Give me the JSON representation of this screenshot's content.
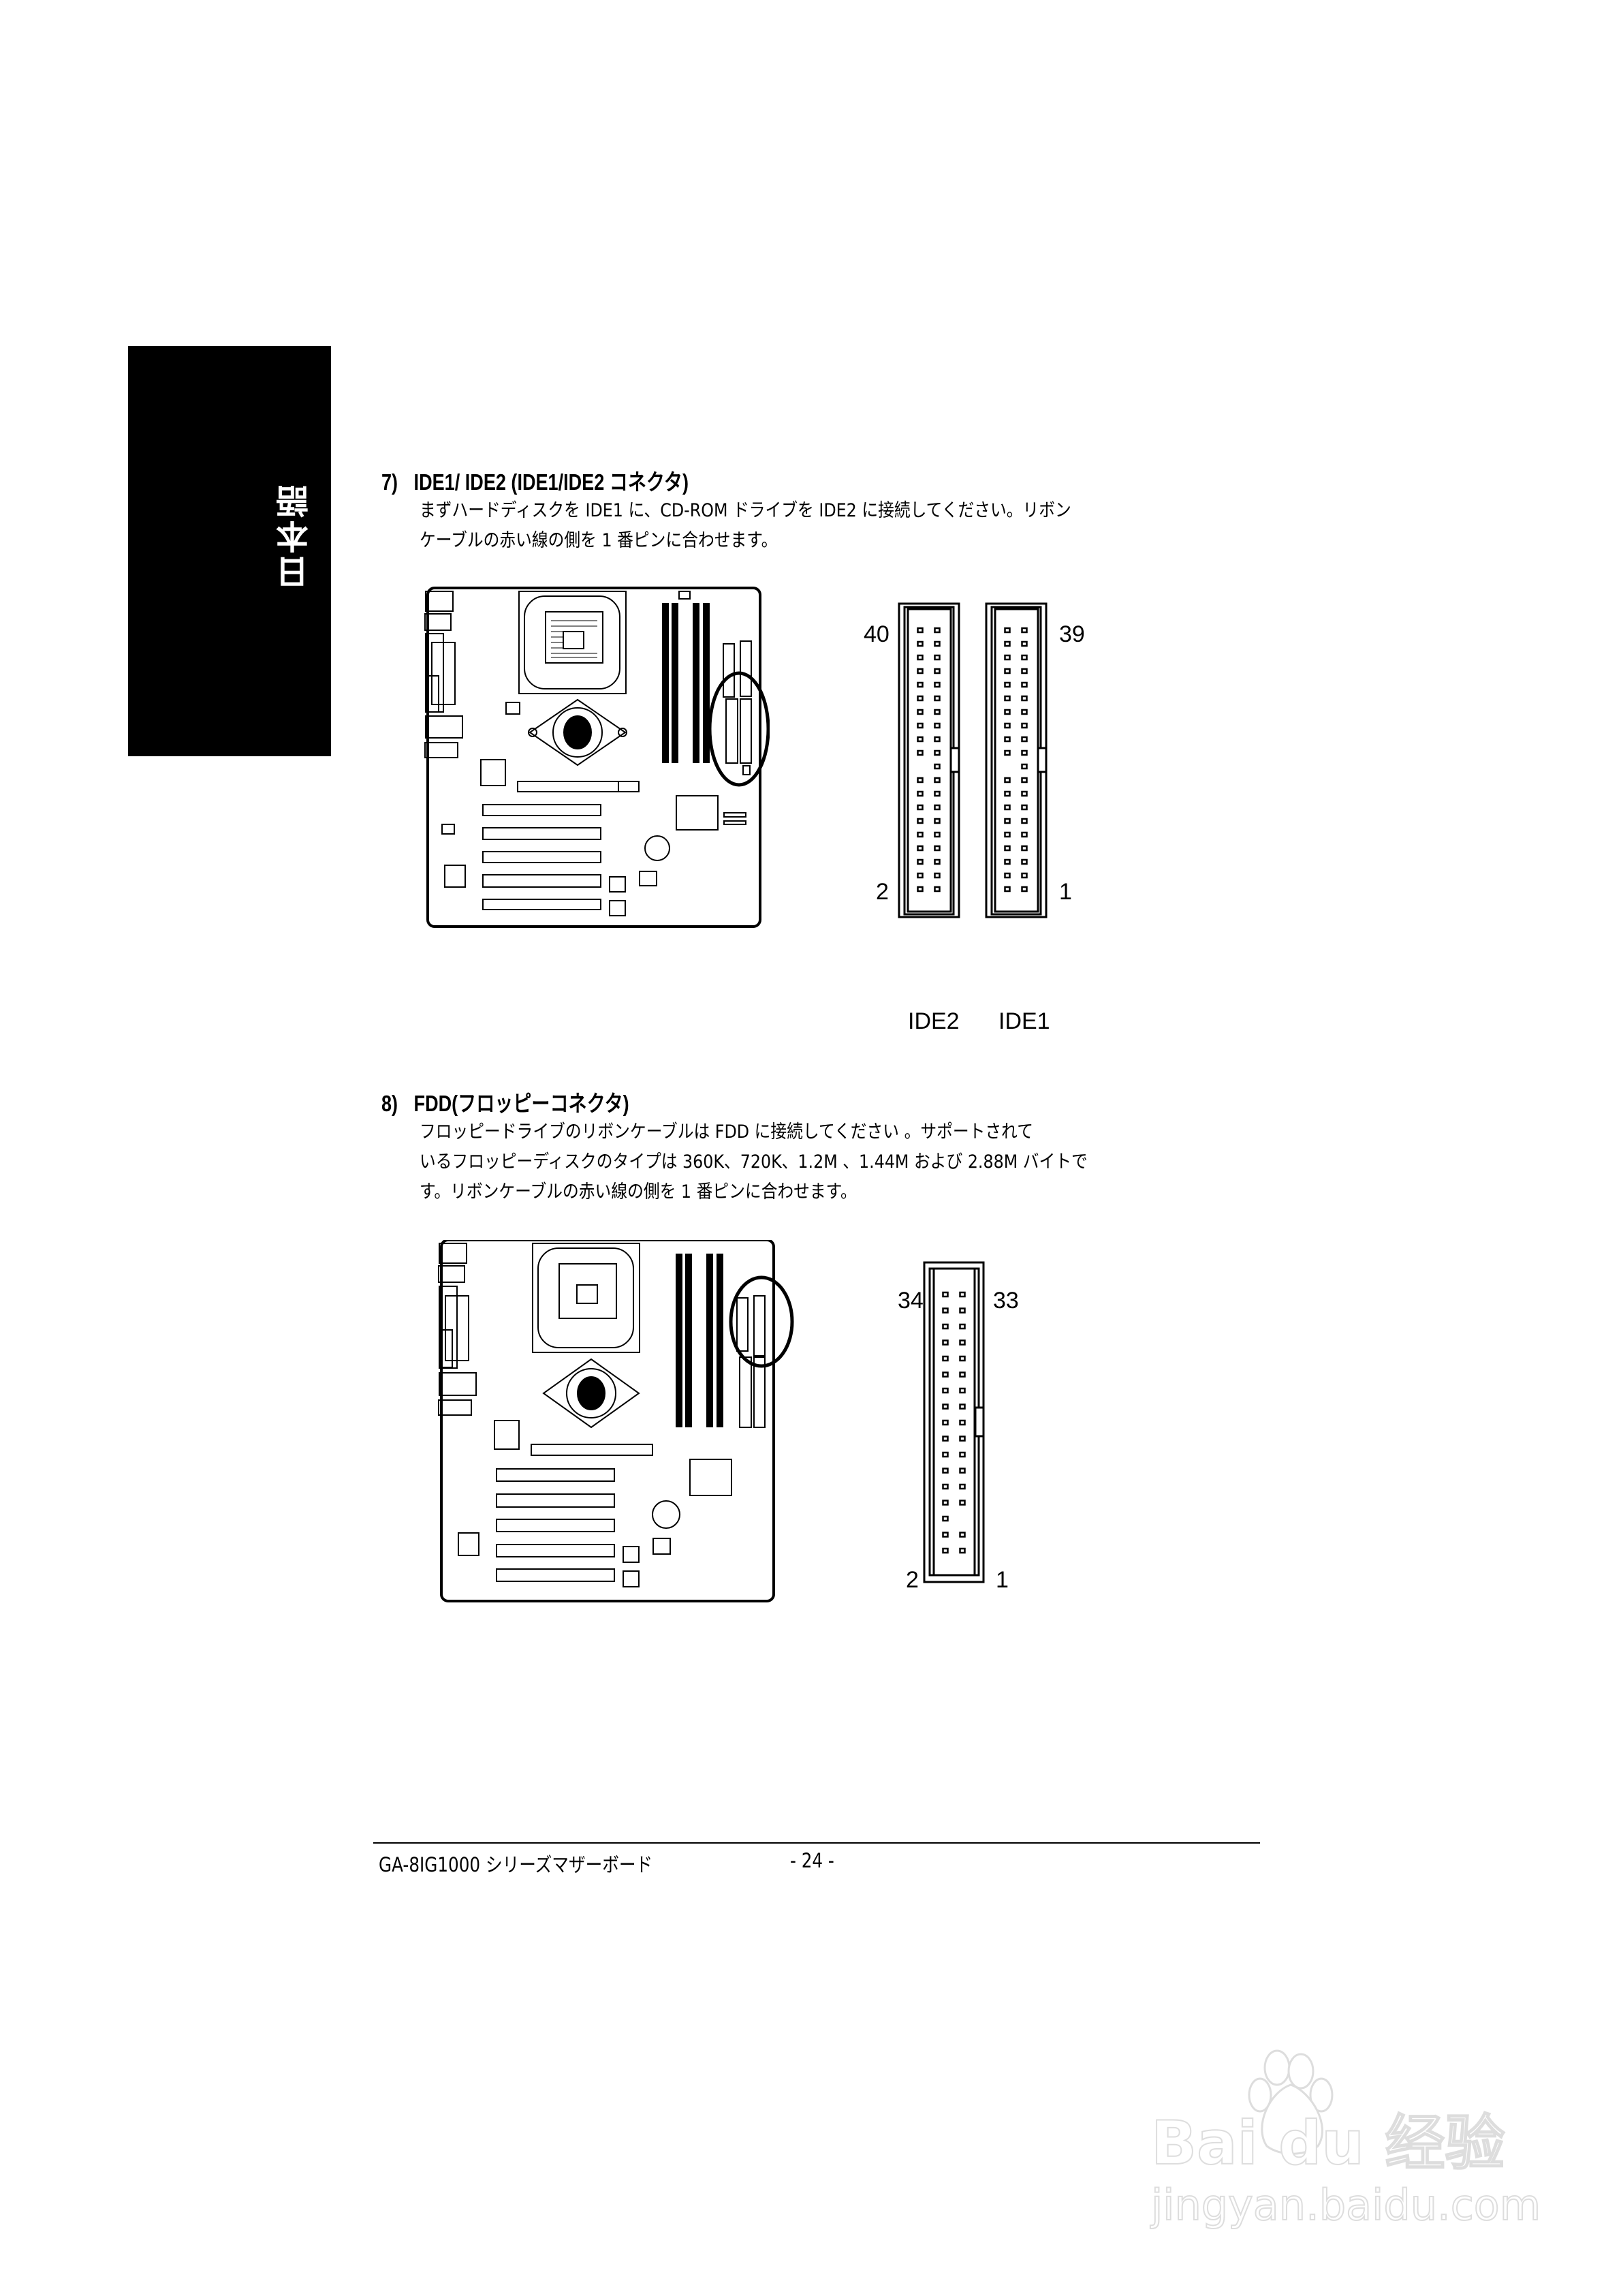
{
  "side_tab": {
    "label": "日本語"
  },
  "sections": [
    {
      "number": "7)",
      "title": "IDE1/ IDE2 (IDE1/IDE2 コネクタ)",
      "body_lines": [
        "まずハードディスクを IDE1 に、CD-ROM ドライブを IDE2 に接続してください。リボン",
        "ケーブルの赤い線の側を 1 番ピンに合わせます。"
      ],
      "figure": {
        "board_highlight": "IDE1/IDE2 connectors (circled)",
        "connectors": [
          {
            "name": "IDE2",
            "pins": 40,
            "top_label": "40",
            "bottom_label": "2"
          },
          {
            "name": "IDE1",
            "pins": 40,
            "top_label": "39",
            "bottom_label": "1"
          }
        ]
      }
    },
    {
      "number": "8)",
      "title": "FDD(フロッピーコネクタ)",
      "body_lines": [
        "フロッピードライブのリボンケーブルは FDD に接続してください 。サポートされて",
        "いるフロッピーディスクのタイプは 360K、720K、1.2M 、1.44M および 2.88M バイトで",
        "す。リボンケーブルの赤い線の側を 1 番ピンに合わせます。"
      ],
      "figure": {
        "board_highlight": "FDD connector (circled)",
        "connectors": [
          {
            "name": "FDD",
            "pins": 34,
            "top_left_label": "34",
            "top_right_label": "33",
            "bottom_left_label": "2",
            "bottom_right_label": "1"
          }
        ]
      }
    }
  ],
  "footer": {
    "model": "GA-8IG1000 シリーズマザーボード",
    "page": "- 24 -"
  },
  "watermark": {
    "logo": "Bai du 经验",
    "url": "jingyan.baidu.com"
  }
}
